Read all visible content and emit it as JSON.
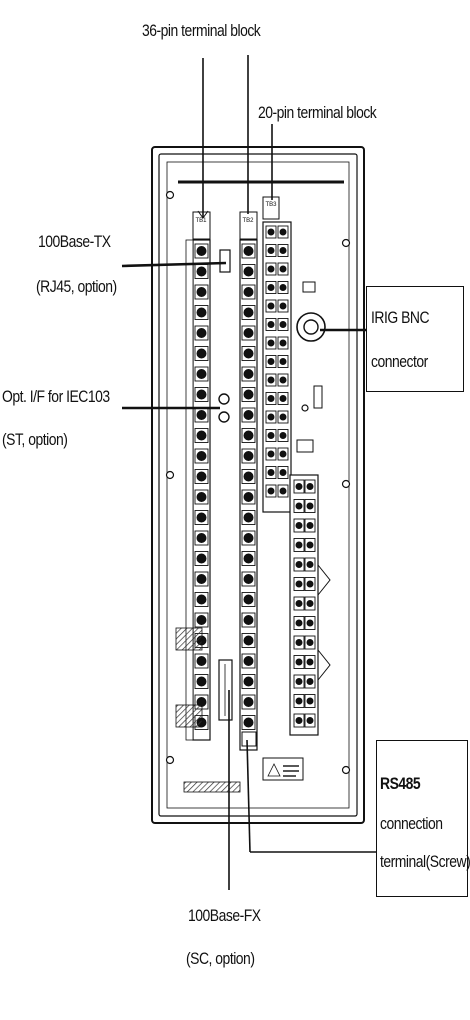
{
  "callouts": {
    "pin36": "36-pin terminal block",
    "pin20": "20-pin terminal block",
    "base_tx_line1": "100Base-TX",
    "base_tx_line2": "(RJ45, option)",
    "opt_if_line1": "Opt. I/F for IEC103",
    "opt_if_line2": "(ST, option)",
    "irig_line1": "IRIG BNC",
    "irig_line2": "connector",
    "rs485_line1": "RS485",
    "rs485_line2": "connection",
    "rs485_line3": "terminal(Screw)",
    "base_fx_line1": "100Base-FX",
    "base_fx_line2": "(SC, option)"
  },
  "colors": {
    "ink": "#111111",
    "panel": "#ffffff",
    "hatch": "#555555"
  }
}
